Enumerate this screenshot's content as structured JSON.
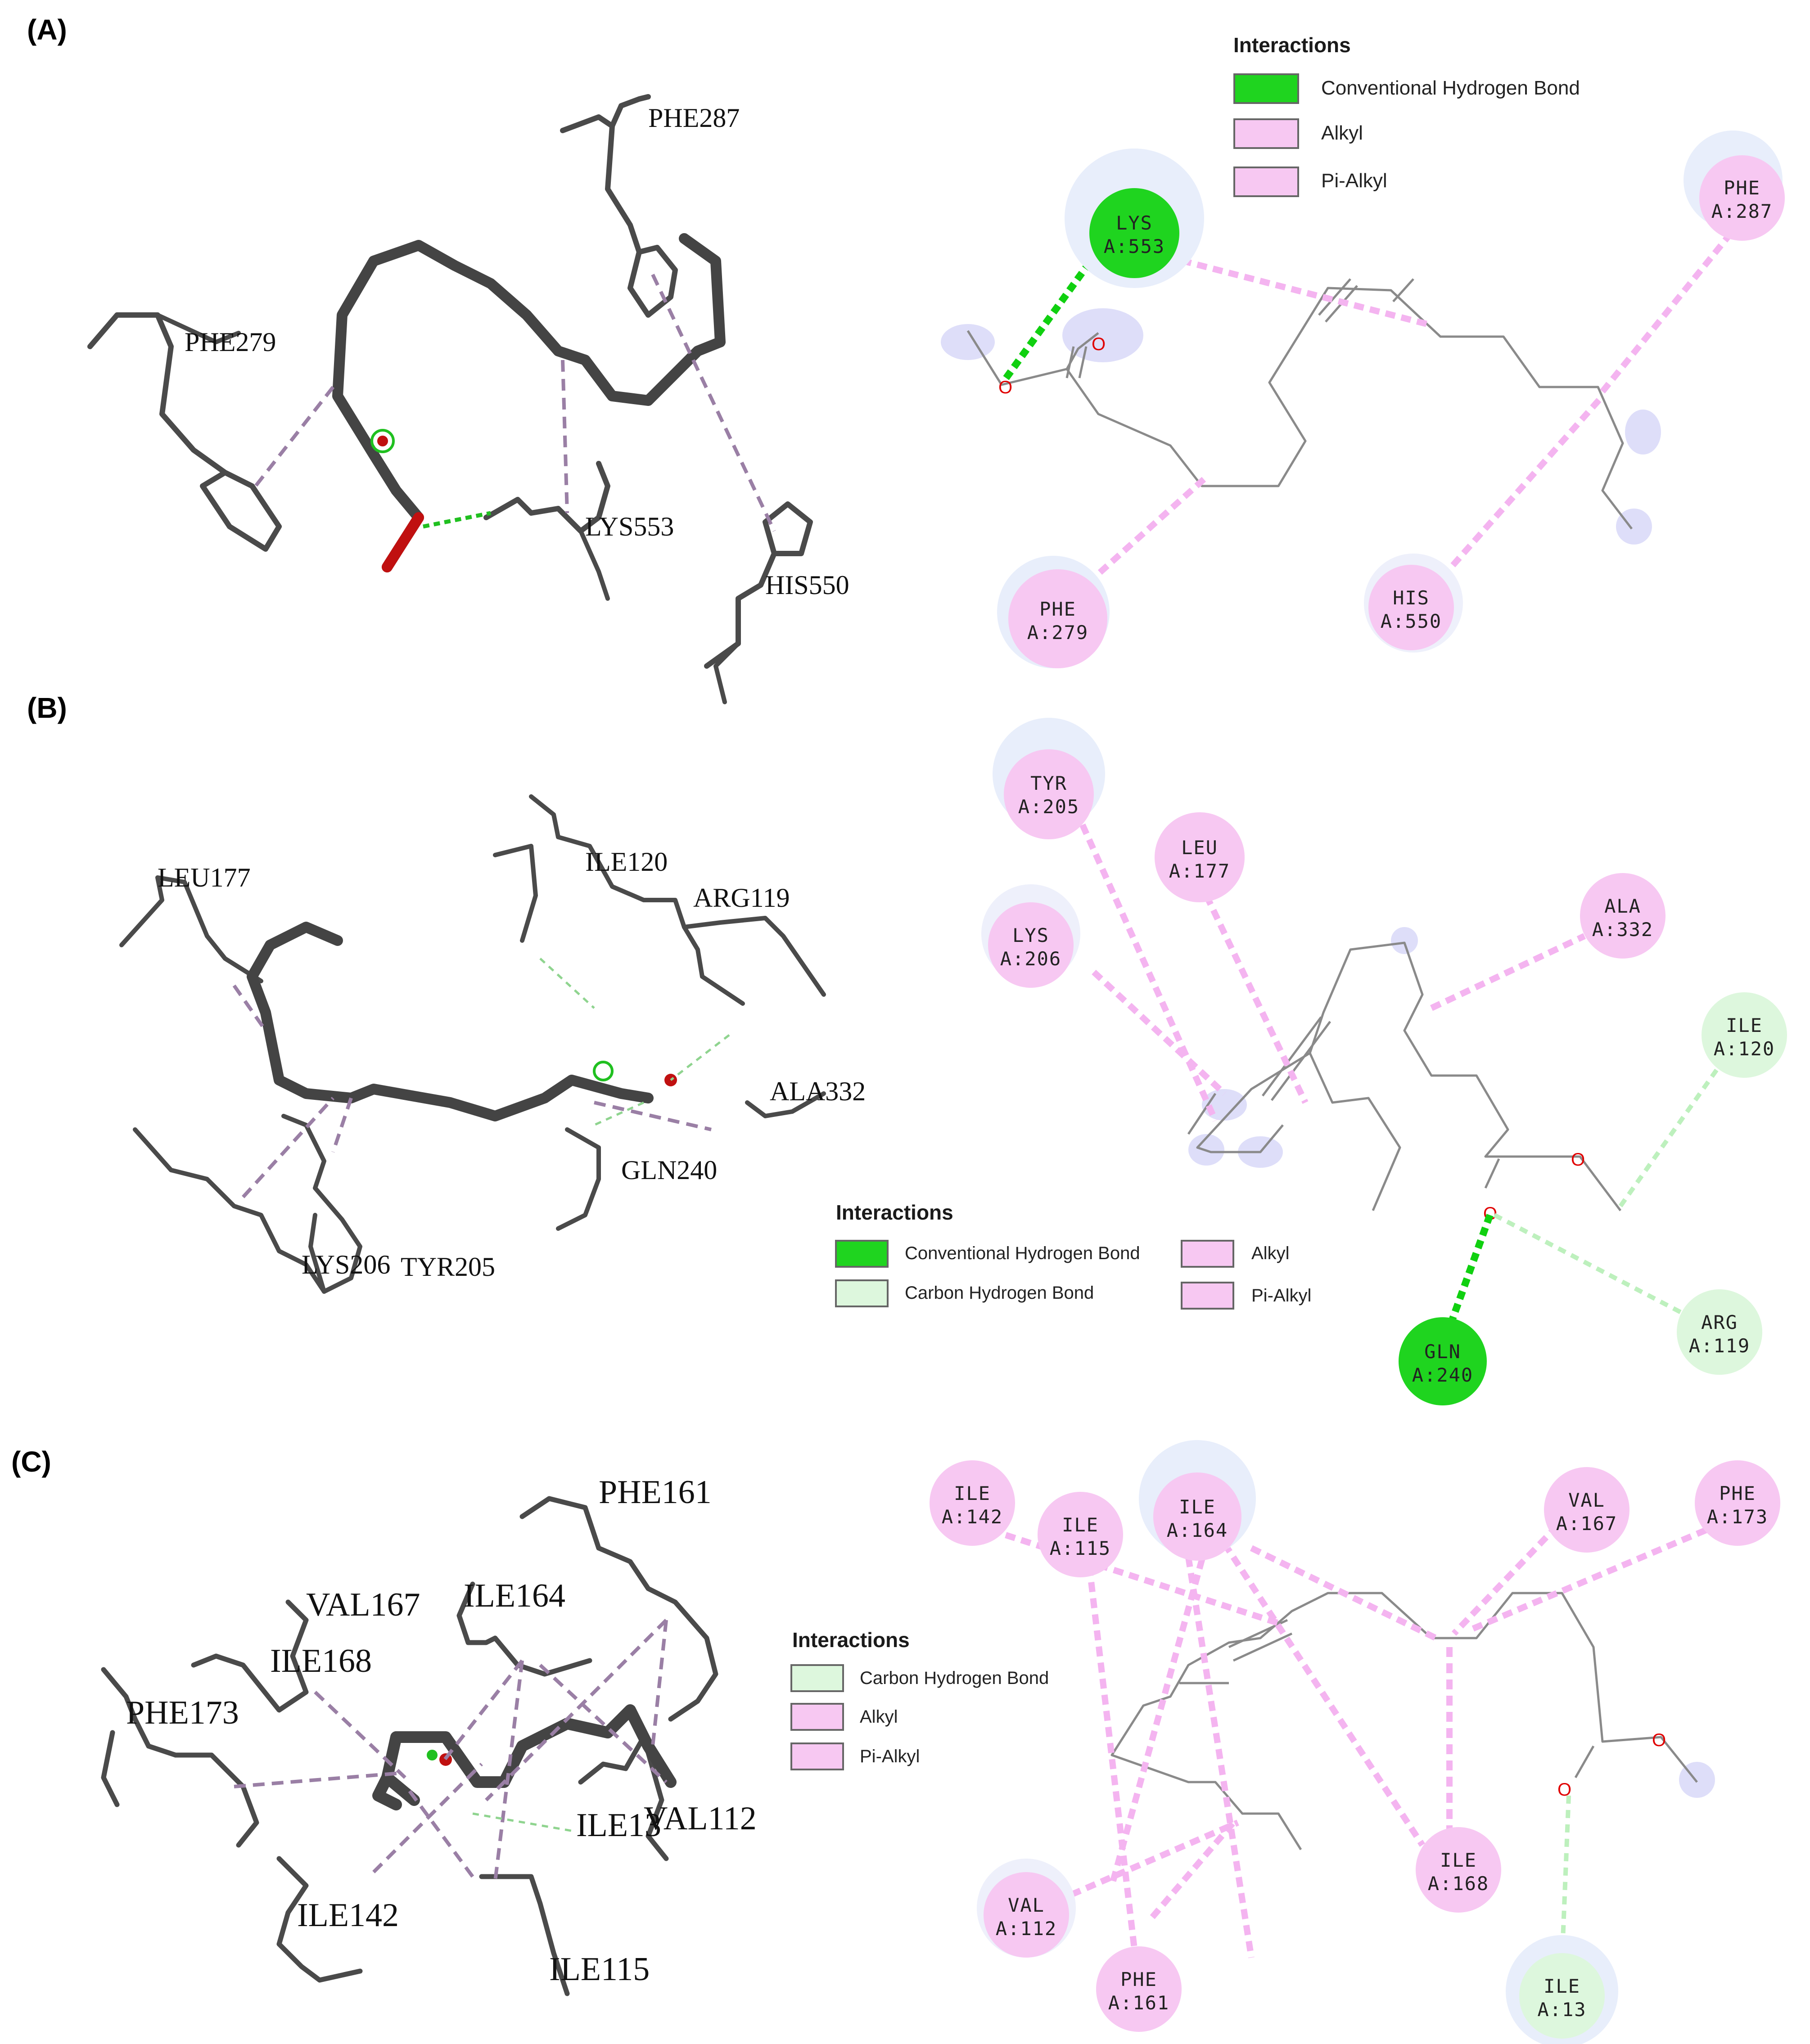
{
  "colors": {
    "conventional_hbond": "#1fd41f",
    "carbon_hbond": "#ddf7dd",
    "alkyl": "#f7c8f2",
    "pi_alkyl": "#f7c8f2",
    "halo": "#e8eefb"
  },
  "panels": [
    {
      "label": "(A)",
      "residues_3d": [
        "PHE287",
        "PHE279",
        "LYS553",
        "HIS550"
      ],
      "legend": {
        "title": "Interactions",
        "items": [
          "Conventional Hydrogen Bond",
          "Alkyl",
          "Pi-Alkyl"
        ]
      },
      "nodes": [
        {
          "name": "LYS",
          "id": "A:553"
        },
        {
          "name": "PHE",
          "id": "A:287"
        },
        {
          "name": "PHE",
          "id": "A:279"
        },
        {
          "name": "HIS",
          "id": "A:550"
        }
      ],
      "atom_o": "O"
    },
    {
      "label": "(B)",
      "residues_3d": [
        "LEU177",
        "ILE120",
        "ARG119",
        "ALA332",
        "GLN240",
        "LYS206",
        "TYR205"
      ],
      "legend": {
        "title": "Interactions",
        "items": [
          "Conventional Hydrogen Bond",
          "Carbon Hydrogen Bond",
          "Alkyl",
          "Pi-Alkyl"
        ]
      },
      "nodes": [
        {
          "name": "TYR",
          "id": "A:205"
        },
        {
          "name": "LEU",
          "id": "A:177"
        },
        {
          "name": "LYS",
          "id": "A:206"
        },
        {
          "name": "ALA",
          "id": "A:332"
        },
        {
          "name": "ILE",
          "id": "A:120"
        },
        {
          "name": "ARG",
          "id": "A:119"
        },
        {
          "name": "GLN",
          "id": "A:240"
        }
      ],
      "atom_o": "O"
    },
    {
      "label": "(C)",
      "residues_3d": [
        "PHE161",
        "VAL167",
        "ILE164",
        "ILE168",
        "PHE173",
        "ILE13",
        "VAL112",
        "ILE142",
        "ILE115"
      ],
      "legend": {
        "title": "Interactions",
        "items": [
          "Carbon Hydrogen Bond",
          "Alkyl",
          "Pi-Alkyl"
        ]
      },
      "nodes": [
        {
          "name": "ILE",
          "id": "A:142"
        },
        {
          "name": "ILE",
          "id": "A:115"
        },
        {
          "name": "ILE",
          "id": "A:164"
        },
        {
          "name": "VAL",
          "id": "A:167"
        },
        {
          "name": "PHE",
          "id": "A:173"
        },
        {
          "name": "ILE",
          "id": "A:168"
        },
        {
          "name": "VAL",
          "id": "A:112"
        },
        {
          "name": "PHE",
          "id": "A:161"
        },
        {
          "name": "ILE",
          "id": "A:13"
        }
      ],
      "atom_o": "O"
    }
  ]
}
